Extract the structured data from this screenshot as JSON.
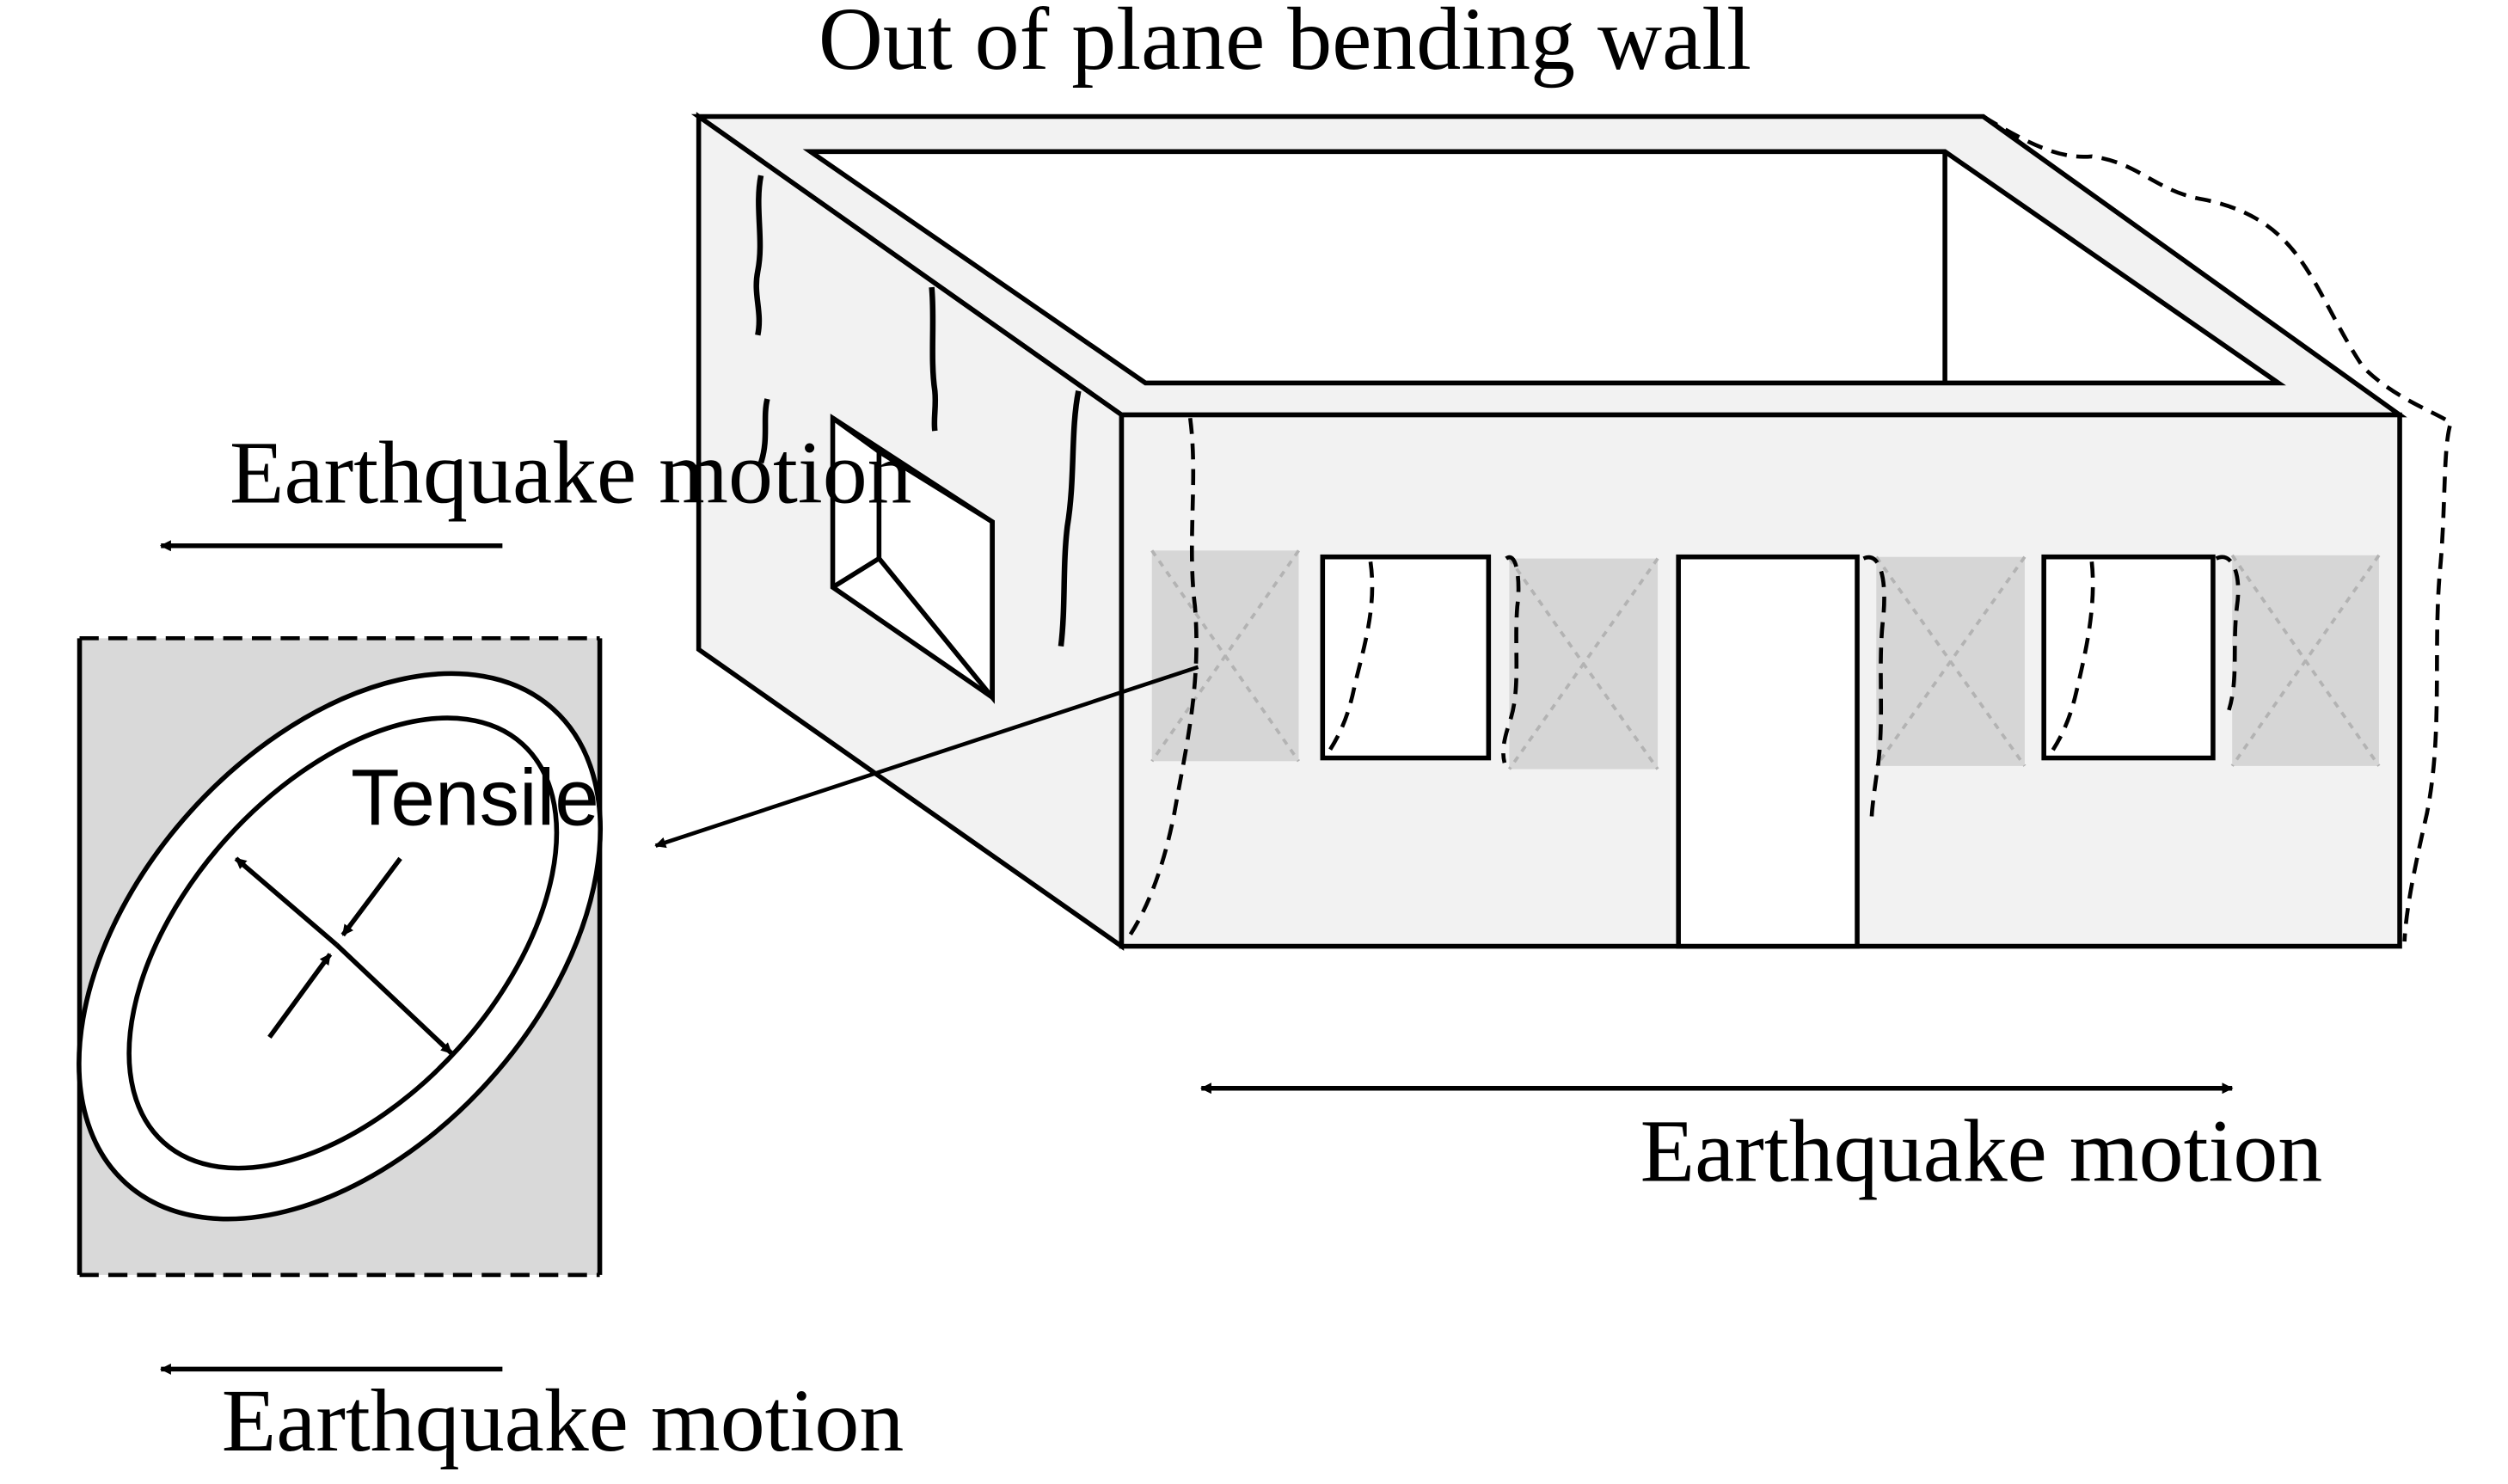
{
  "labels": {
    "out_of_plane": "Out of plane bending wall",
    "motion_top_left": "Earthquake motion",
    "motion_bottom_left": "Earthquake motion",
    "motion_bottom_right": "Earthquake motion",
    "tensile": "Tensile"
  },
  "colors": {
    "line": "#000000",
    "wall_fill": "#f2f2f2",
    "pier_fill": "#d6d6d6",
    "pier_cross": "#b3b3b3",
    "detail_fill": "#d9d9d9"
  }
}
